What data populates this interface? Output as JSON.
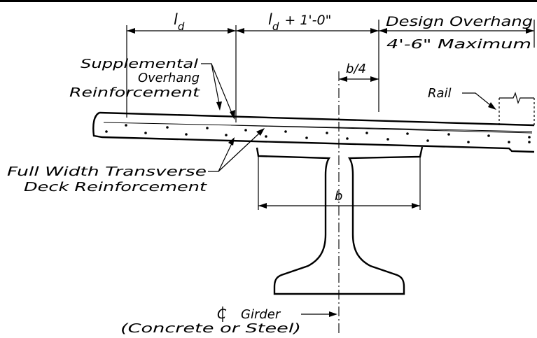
{
  "dimensions": {
    "ld_main": "l",
    "ld_sub": "d",
    "ld_plus_main": "l",
    "ld_plus_sub": "d",
    "ld_plus_rest": "+ 1'-0\"",
    "design_overhang": "Design Overhang",
    "overhang_max": "4'-6\" Maximum",
    "b_over_4": "b/4",
    "b": "b"
  },
  "labels": {
    "supplemental_line1": "Supplemental",
    "supplemental_line2": "Overhang",
    "supplemental_line3": "Reinforcement",
    "rail": "Rail",
    "full_width_line1": "Full Width Transverse",
    "full_width_line2": "Deck Reinforcement",
    "girder_cl_symbol": "C",
    "girder_line1": "Girder",
    "girder_line2": "(Concrete or Steel)"
  },
  "colors": {
    "line": "#000000",
    "background": "#ffffff"
  }
}
